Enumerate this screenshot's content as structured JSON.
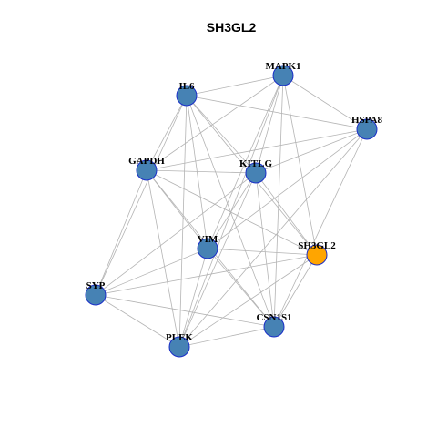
{
  "title": "SH3GL2",
  "colors": {
    "default_node": "#4682b4",
    "highlight_node": "#ffa500",
    "node_border": "#1a2ec8",
    "edge": "#b4b4b4"
  },
  "nodes": [
    {
      "id": "MAPK1",
      "label": "MAPK1",
      "highlight": false
    },
    {
      "id": "IL6",
      "label": "IL6",
      "highlight": false
    },
    {
      "id": "HSPA8",
      "label": "HSPA8",
      "highlight": false
    },
    {
      "id": "GAPDH",
      "label": "GAPDH",
      "highlight": false
    },
    {
      "id": "KITLG",
      "label": "KITLG",
      "highlight": false
    },
    {
      "id": "VIM",
      "label": "VIM",
      "highlight": false
    },
    {
      "id": "SH3GL2",
      "label": "SH3GL2",
      "highlight": true
    },
    {
      "id": "SYP",
      "label": "SYP",
      "highlight": false
    },
    {
      "id": "CSN1S1",
      "label": "CSN1S1",
      "highlight": false
    },
    {
      "id": "PLEK",
      "label": "PLEK",
      "highlight": false
    }
  ],
  "edges": [
    [
      "IL6",
      "MAPK1"
    ],
    [
      "IL6",
      "HSPA8"
    ],
    [
      "IL6",
      "GAPDH"
    ],
    [
      "IL6",
      "KITLG"
    ],
    [
      "IL6",
      "VIM"
    ],
    [
      "IL6",
      "SH3GL2"
    ],
    [
      "IL6",
      "CSN1S1"
    ],
    [
      "IL6",
      "PLEK"
    ],
    [
      "IL6",
      "SYP"
    ],
    [
      "MAPK1",
      "HSPA8"
    ],
    [
      "MAPK1",
      "GAPDH"
    ],
    [
      "MAPK1",
      "KITLG"
    ],
    [
      "MAPK1",
      "VIM"
    ],
    [
      "MAPK1",
      "SH3GL2"
    ],
    [
      "MAPK1",
      "PLEK"
    ],
    [
      "MAPK1",
      "CSN1S1"
    ],
    [
      "HSPA8",
      "GAPDH"
    ],
    [
      "HSPA8",
      "KITLG"
    ],
    [
      "HSPA8",
      "VIM"
    ],
    [
      "HSPA8",
      "CSN1S1"
    ],
    [
      "HSPA8",
      "PLEK"
    ],
    [
      "GAPDH",
      "KITLG"
    ],
    [
      "GAPDH",
      "VIM"
    ],
    [
      "GAPDH",
      "SH3GL2"
    ],
    [
      "GAPDH",
      "SYP"
    ],
    [
      "GAPDH",
      "PLEK"
    ],
    [
      "GAPDH",
      "CSN1S1"
    ],
    [
      "KITLG",
      "VIM"
    ],
    [
      "KITLG",
      "SH3GL2"
    ],
    [
      "KITLG",
      "SYP"
    ],
    [
      "KITLG",
      "CSN1S1"
    ],
    [
      "KITLG",
      "PLEK"
    ],
    [
      "VIM",
      "SH3GL2"
    ],
    [
      "VIM",
      "SYP"
    ],
    [
      "VIM",
      "CSN1S1"
    ],
    [
      "VIM",
      "PLEK"
    ],
    [
      "SH3GL2",
      "SYP"
    ],
    [
      "SH3GL2",
      "PLEK"
    ],
    [
      "SH3GL2",
      "CSN1S1"
    ],
    [
      "SYP",
      "CSN1S1"
    ],
    [
      "SYP",
      "PLEK"
    ],
    [
      "PLEK",
      "CSN1S1"
    ]
  ]
}
